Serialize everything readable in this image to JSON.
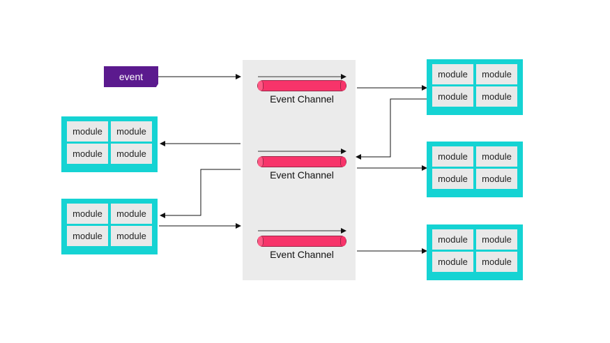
{
  "event": {
    "label": "event"
  },
  "channels": [
    {
      "label": "Event Channel"
    },
    {
      "label": "Event Channel"
    },
    {
      "label": "Event Channel"
    }
  ],
  "module_label": "module",
  "colors": {
    "module_group": "#15d3d3",
    "module_cell": "#e9e9e9",
    "event_tag": "#5b1a8e",
    "pipe": "#f7346a",
    "channel_area": "#ebebeb"
  }
}
